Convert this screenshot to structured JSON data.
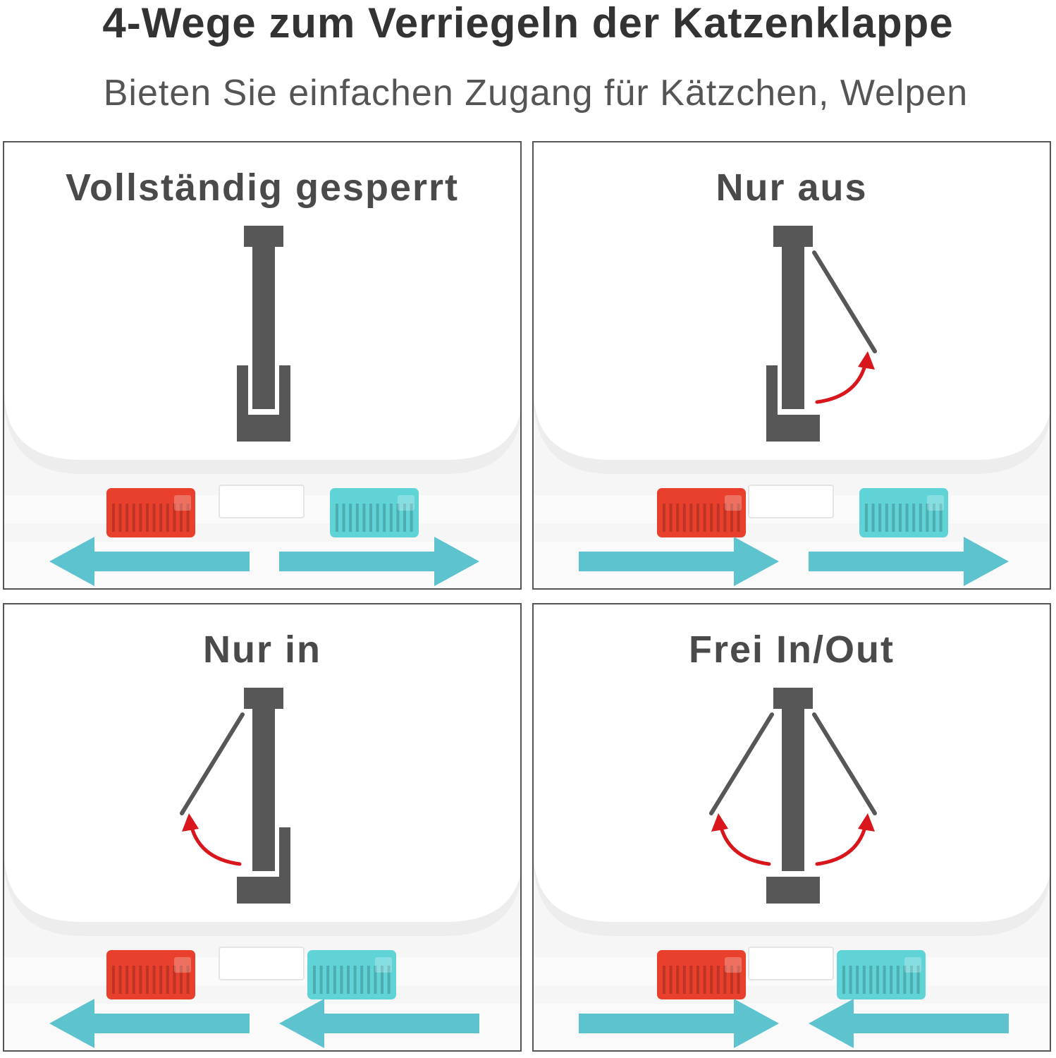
{
  "header": {
    "title": "4-Wege zum Verriegeln der Katzenklappe",
    "subtitle": "Bieten Sie einfachen Zugang für Kätzchen, Welpen"
  },
  "panels": [
    {
      "id": "locked",
      "label": "Vollständig gesperrt",
      "open_in": false,
      "open_out": false,
      "red_dir": "left",
      "blue_dir": "right"
    },
    {
      "id": "out-only",
      "label": "Nur aus",
      "open_in": false,
      "open_out": true,
      "red_dir": "right",
      "blue_dir": "right"
    },
    {
      "id": "in-only",
      "label": "Nur in",
      "open_in": true,
      "open_out": false,
      "red_dir": "left",
      "blue_dir": "left"
    },
    {
      "id": "free",
      "label": "Frei In/Out",
      "open_in": true,
      "open_out": true,
      "red_dir": "right",
      "blue_dir": "left"
    }
  ],
  "colors": {
    "title": "#333333",
    "subtitle": "#555555",
    "border": "#555555",
    "flap": "#575757",
    "red_slider": "#e8402c",
    "blue_slider": "#5fd3d6",
    "arrow": "#5cc3cf",
    "swing_arrow": "#d9161c"
  }
}
